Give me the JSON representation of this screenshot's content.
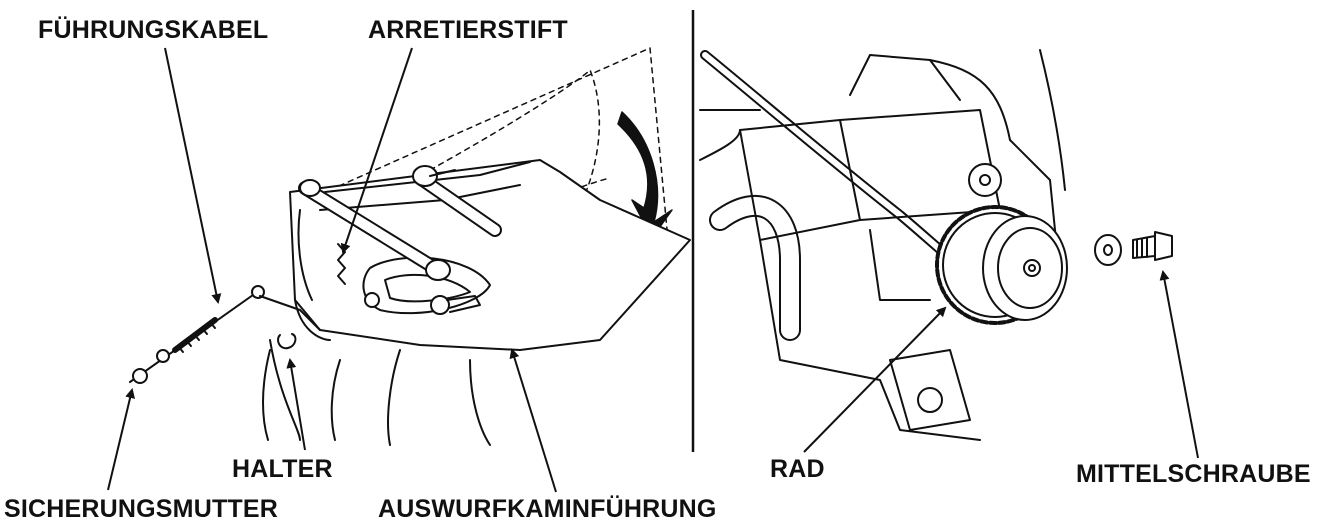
{
  "labels": {
    "guide_cable": "FÜHRUNGSKABEL",
    "lock_pin": "ARRETIERSTIFT",
    "holder": "HALTER",
    "lock_nut": "SICHERUNGSMUTTER",
    "chute_guide": "AUSWURFKAMINFÜHRUNG",
    "wheel": "RAD",
    "center_bolt": "MITTELSCHRAUBE"
  },
  "colors": {
    "line": "#111111",
    "background": "#ffffff"
  }
}
